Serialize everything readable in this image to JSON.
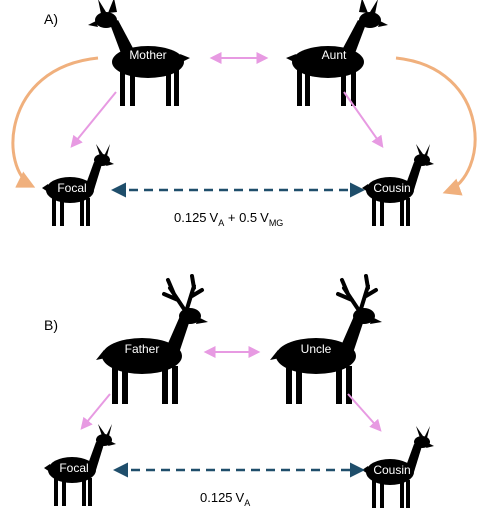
{
  "colors": {
    "sibling_link": "#e79ae2",
    "maternal_link": "#f0b07d",
    "covariance_link": "#1f4e6b",
    "silhouette": "#000000",
    "label_text": "#ffffff"
  },
  "panel_a": {
    "label": "A)",
    "nodes": {
      "mother": "Mother",
      "aunt": "Aunt",
      "focal": "Focal",
      "cousin": "Cousin"
    },
    "formula": {
      "c1": "0.125",
      "v1": "V",
      "s1": "A",
      "plus": " + ",
      "c2": "0.5",
      "v2": "V",
      "s2": "MG"
    }
  },
  "panel_b": {
    "label": "B)",
    "nodes": {
      "father": "Father",
      "uncle": "Uncle",
      "focal": "Focal",
      "cousin": "Cousin"
    },
    "formula": {
      "c1": "0.125",
      "v1": "V",
      "s1": "A"
    }
  }
}
